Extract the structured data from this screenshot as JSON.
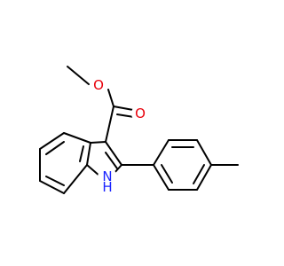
{
  "molecule": {
    "atoms": [
      {
        "id": "O1",
        "label": "O",
        "color": "#e8000b"
      },
      {
        "id": "O2",
        "label": "O",
        "color": "#e8000b"
      },
      {
        "id": "NH",
        "label": "N",
        "sub_label": "H",
        "color": "#1a24ff"
      }
    ],
    "colors": {
      "bond": "#000000",
      "oxygen": "#e8000b",
      "nitrogen": "#1a24ff"
    }
  }
}
